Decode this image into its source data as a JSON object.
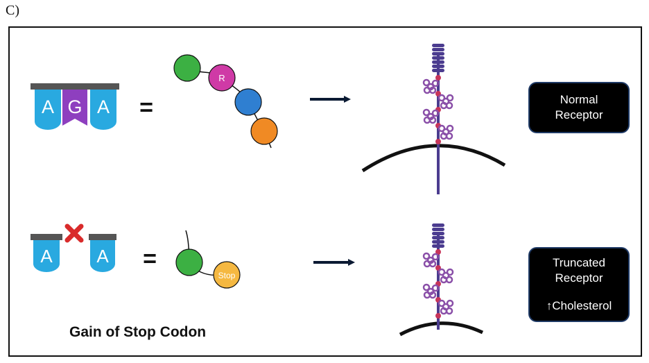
{
  "panel_label": "C)",
  "top_row": {
    "codon_letters": [
      "A",
      "G",
      "A"
    ],
    "equals": "=",
    "residue_label": "R",
    "receptor_label_line1": "Normal",
    "receptor_label_line2": "Receptor"
  },
  "bottom_row": {
    "codon_letters": [
      "A",
      "A"
    ],
    "equals": "=",
    "stop_label": "Stop",
    "receptor_label_line1": "Truncated",
    "receptor_label_line2": "Receptor",
    "cholesterol_label": "↑Cholesterol"
  },
  "caption": "Gain of Stop Codon",
  "colors": {
    "blue_nucleotide": "#29a9e0",
    "purple_nucleotide": "#8e3fbf",
    "green_residue": "#3cb043",
    "magenta_residue": "#cf3aa6",
    "blue_residue": "#2f7fd1",
    "orange_residue": "#f08a24",
    "stop_residue": "#f5b841",
    "receptor": "#4b3c8f",
    "glycan": "#8a4fa8",
    "glycan_node": "#c7355a",
    "red_x": "#d92b2b"
  }
}
